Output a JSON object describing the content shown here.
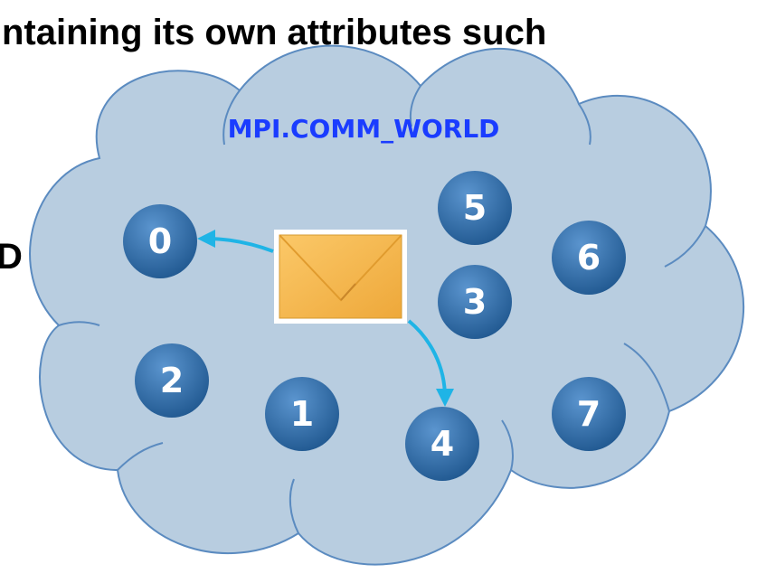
{
  "background_text": {
    "line1": "ntaining its own attributes such",
    "line2": "D"
  },
  "communicator": {
    "label": "MPI.COMM_WORLD",
    "label_color": "#1a3cff",
    "cloud_fill": "#b8cde0",
    "cloud_stroke": "#5b8bc0"
  },
  "ranks": [
    {
      "id": "0",
      "label": "0"
    },
    {
      "id": "1",
      "label": "1"
    },
    {
      "id": "2",
      "label": "2"
    },
    {
      "id": "3",
      "label": "3"
    },
    {
      "id": "4",
      "label": "4"
    },
    {
      "id": "5",
      "label": "5"
    },
    {
      "id": "6",
      "label": "6"
    },
    {
      "id": "7",
      "label": "7"
    }
  ],
  "node_color": "#2e6aa6",
  "message": {
    "icon": "envelope-icon",
    "envelope_color": "#f5b84a",
    "arrow_color": "#1fb4e6",
    "targets": [
      "0",
      "4"
    ]
  }
}
